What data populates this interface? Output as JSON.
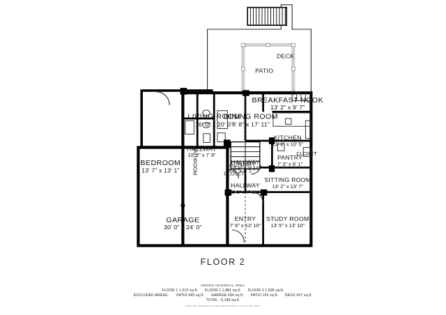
{
  "document": {
    "floor_title": "FLOOR 2"
  },
  "areas": {
    "heading": "GROSS INTERNAL AREA",
    "floors": [
      "FLOOR 1 1,613 sq.ft.",
      "FLOOR 2 1,881 sq.ft.",
      "FLOOR 3 1,695 sq.ft."
    ],
    "excluded_label": "EXCLUDED AREAS :",
    "excluded": [
      "PATIO 685 sq.ft.",
      "GARAGE 694 sq.ft.",
      "PATIO 162 sq.ft.",
      "DECK 427 sq.ft."
    ],
    "total": "TOTAL :  5,188 sq.ft.",
    "disclaimer": "SIZES AND DIMENSIONS ARE APPROXIMATE, ACTUAL MAY VARY"
  },
  "rooms": [
    {
      "id": "deck",
      "name": "DECK",
      "dim": ""
    },
    {
      "id": "patio",
      "name": "PATIO",
      "dim": ""
    },
    {
      "id": "living-room",
      "name": "LIVING ROOM",
      "dim": "16' 0\" x 20' 0\""
    },
    {
      "id": "dining-room",
      "name": "DINING ROOM",
      "dim": "8' 8\" x 17' 11\""
    },
    {
      "id": "breakfast-nook",
      "name": "BREAKFAST NOOK",
      "dim": "13' 2\" x 9' 7\""
    },
    {
      "id": "kitchen",
      "name": "KITCHEN",
      "dim": "13' 2\" x 10' 5\""
    },
    {
      "id": "pantry",
      "name": "PANTRY",
      "dim": "7' 3\" x 6' 1\""
    },
    {
      "id": "hallway-upper",
      "name": "HALLWAY",
      "dim": "10' 2\" x 7' 8\""
    },
    {
      "id": "hallway-mid",
      "name": "HALLWAY",
      "dim": "12' 8\" x 9' 10\""
    },
    {
      "id": "hallway-lower",
      "name": "HALLWAY",
      "dim": "9' 9\" x 7' 11\""
    },
    {
      "id": "laundry",
      "name": "LAUNDRY",
      "dim": "8' 4\" x 8' 1\""
    },
    {
      "id": "bathroom",
      "name": "BATHROOM",
      "dim": ""
    },
    {
      "id": "bedroom",
      "name": "BEDROOM",
      "dim": "13' 7\" x 13' 1\""
    },
    {
      "id": "sitting-room",
      "name": "SITTING ROOM",
      "dim": "13' 2\" x 13' 7\""
    },
    {
      "id": "entry",
      "name": "ENTRY",
      "dim": "7' 6\" x 13' 10\""
    },
    {
      "id": "study-room",
      "name": "STUDY ROOM",
      "dim": "13' 5\" x 13' 10\""
    },
    {
      "id": "garage",
      "name": "GARAGE",
      "dim": "30' 0\" x 24' 0\""
    },
    {
      "id": "closet-a",
      "name": "CLOSET",
      "dim": ""
    },
    {
      "id": "closet-b",
      "name": "CLOSET",
      "dim": ""
    }
  ],
  "colors": {
    "wall": "#000000",
    "thin_line": "#2b2b2b",
    "page_background": "#ffffff",
    "text": "#1a1a1a",
    "note_text": "#777777"
  }
}
